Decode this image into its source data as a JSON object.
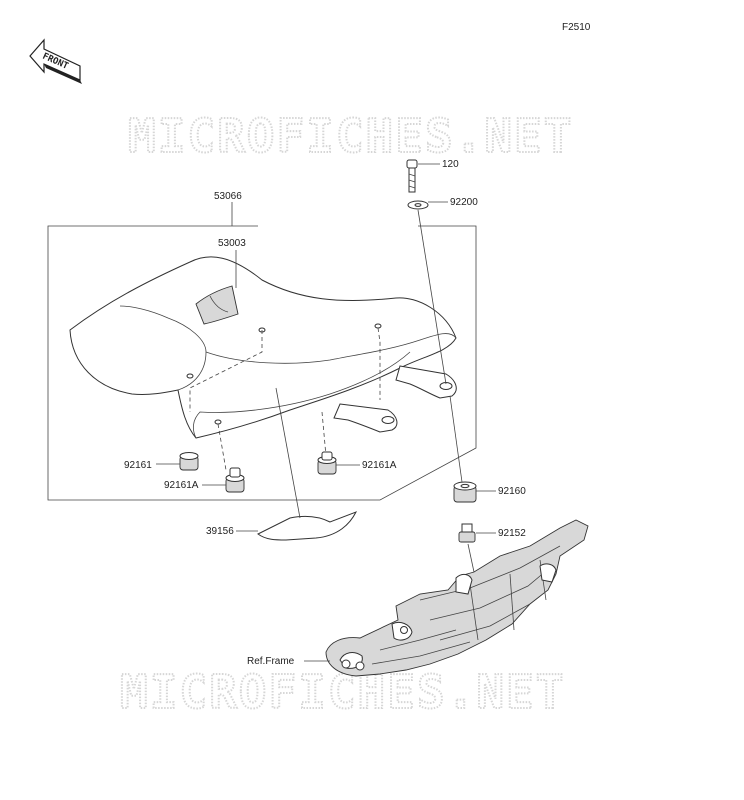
{
  "figure_code": "F2510",
  "front_label": "FRONT",
  "watermark": {
    "top": "MICROFICHES.NET",
    "bottom": "MICROFICHES.NET"
  },
  "parts": {
    "p120": "120",
    "p92200": "92200",
    "p53066": "53066",
    "p53003": "53003",
    "p92161": "92161",
    "p92161a_left": "92161A",
    "p92161a_right": "92161A",
    "p92160": "92160",
    "p39156": "39156",
    "p92152": "92152",
    "ref_frame": "Ref.Frame"
  }
}
